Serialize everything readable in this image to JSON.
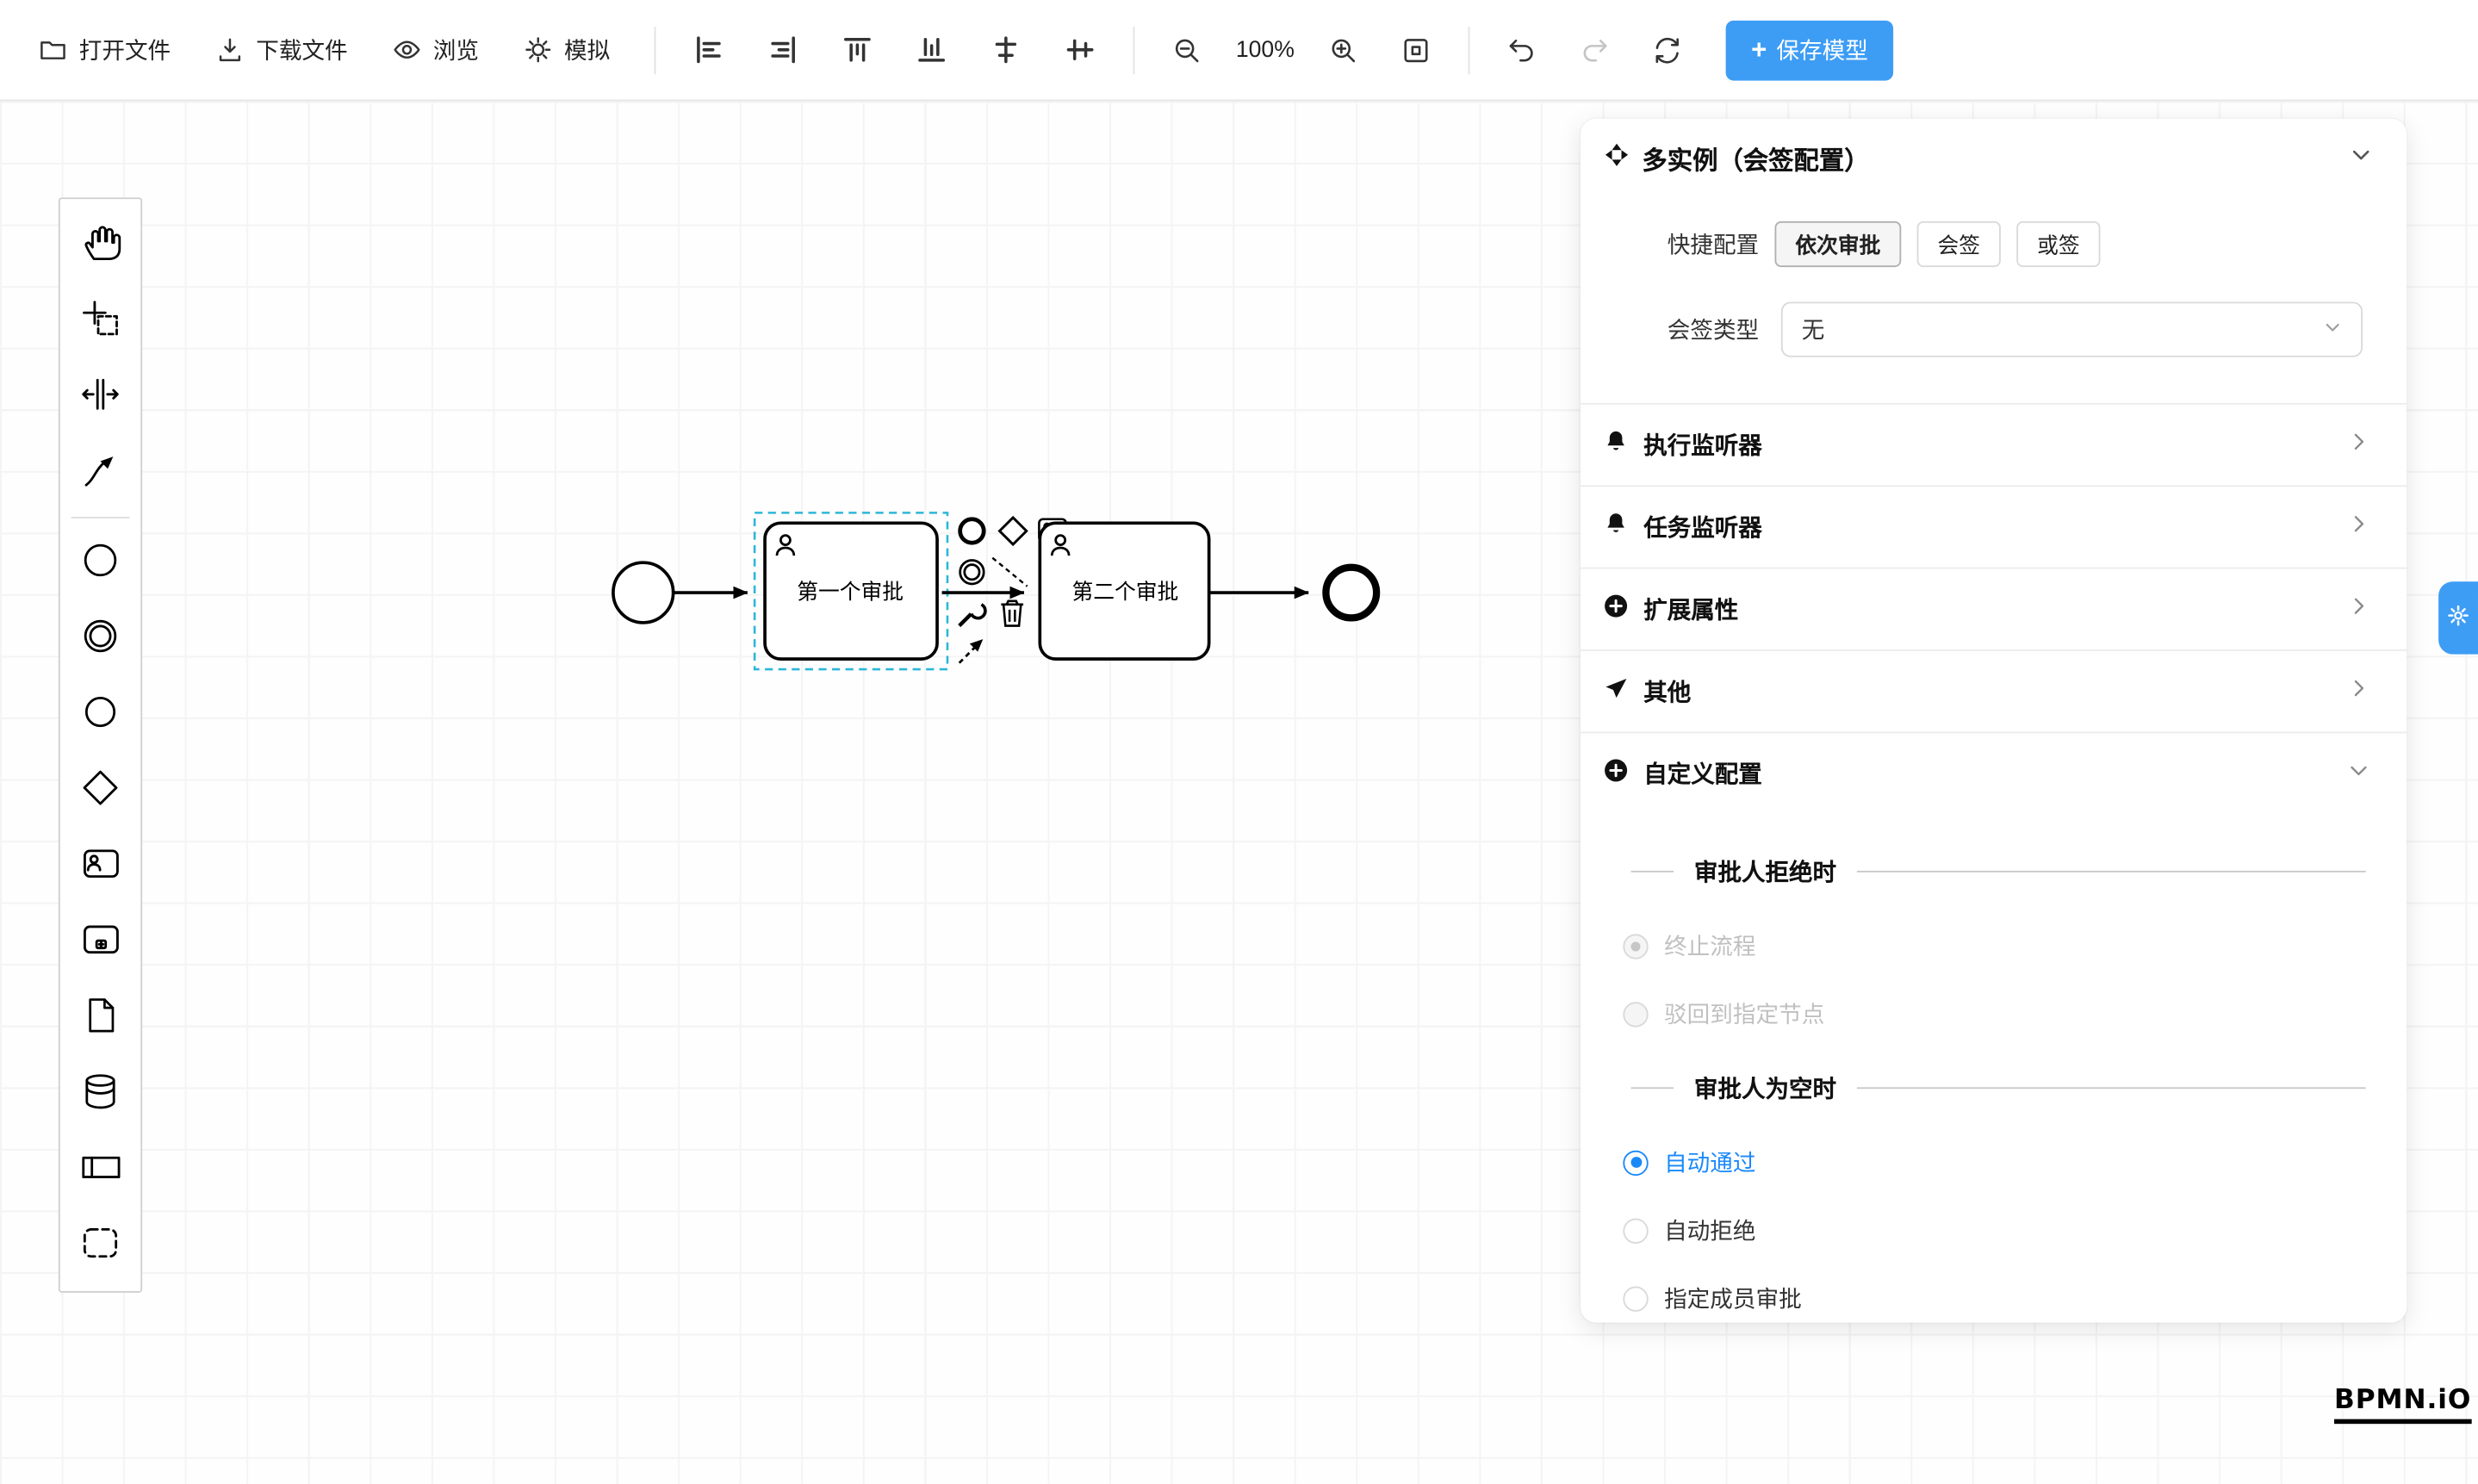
{
  "colors": {
    "accent": "#3d9df5",
    "radio-blue": "#1989fa",
    "selection": "#2cb6d8"
  },
  "toolbar": {
    "open_file": "打开文件",
    "download_file": "下载文件",
    "preview": "浏览",
    "simulate": "模拟",
    "zoom_level": "100%",
    "save_plus": "+",
    "save_model": "保存模型"
  },
  "diagram": {
    "task1_label": "第一个审批",
    "task2_label": "第二个审批"
  },
  "panel": {
    "title": "多实例（会签配置）",
    "quick_label": "快捷配置",
    "quick_options": [
      "依次审批",
      "会签",
      "或签"
    ],
    "type_label": "会签类型",
    "type_value": "无",
    "sections": [
      "执行监听器",
      "任务监听器",
      "扩展属性",
      "其他",
      "自定义配置"
    ],
    "reject_title": "审批人拒绝时",
    "reject_options": [
      "终止流程",
      "驳回到指定节点"
    ],
    "empty_title": "审批人为空时",
    "empty_options": [
      "自动通过",
      "自动拒绝",
      "指定成员审批"
    ]
  },
  "logo_text": "BPMN.iO"
}
